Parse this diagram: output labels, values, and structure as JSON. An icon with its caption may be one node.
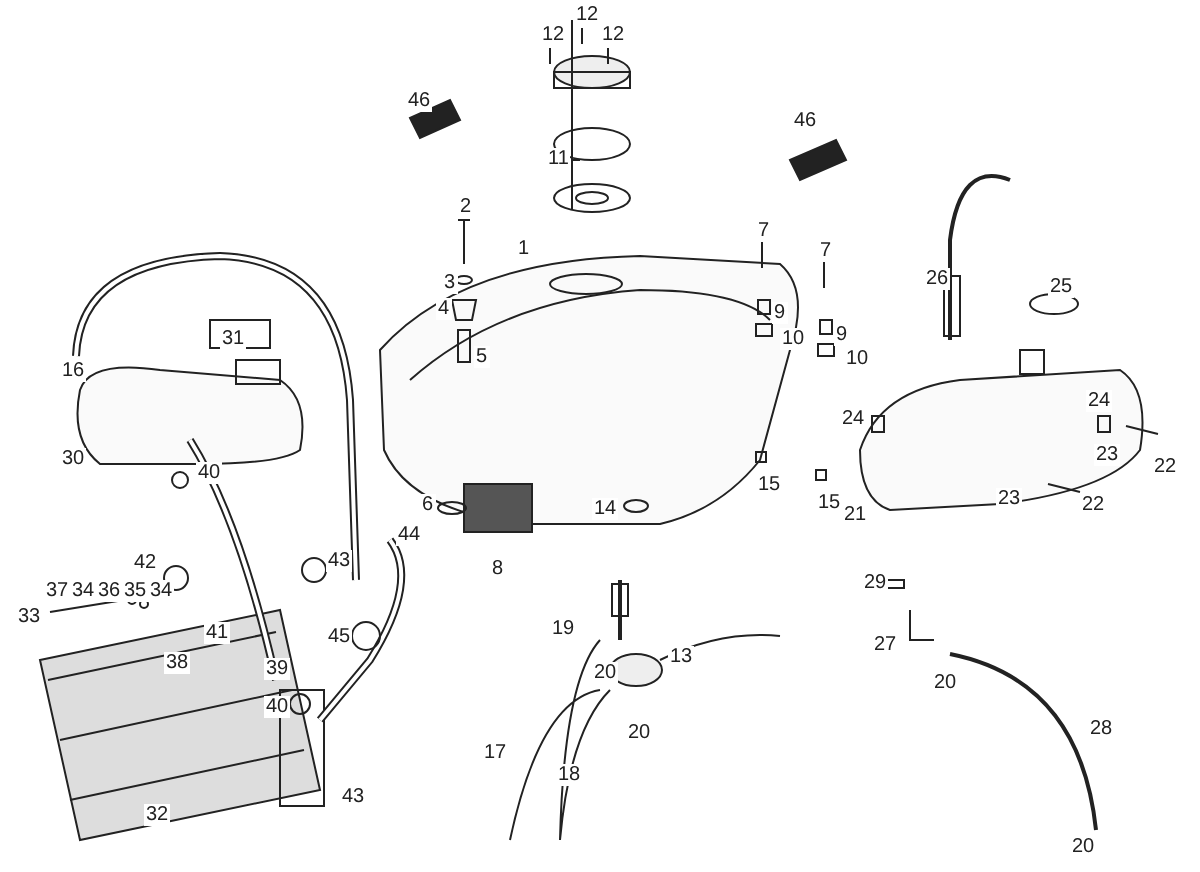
{
  "diagram": {
    "labels": [
      "12",
      "12",
      "12",
      "46",
      "46",
      "11",
      "2",
      "7",
      "1",
      "7",
      "26",
      "3",
      "25",
      "4",
      "9",
      "9",
      "10",
      "31",
      "5",
      "10",
      "16",
      "24",
      "24",
      "23",
      "30",
      "22",
      "15",
      "40",
      "15",
      "23",
      "22",
      "6",
      "14",
      "21",
      "44",
      "43",
      "8",
      "42",
      "29",
      "37",
      "34",
      "36",
      "35",
      "34",
      "33",
      "19",
      "41",
      "45",
      "27",
      "13",
      "38",
      "39",
      "20",
      "20",
      "40",
      "28",
      "20",
      "17",
      "18",
      "43",
      "32",
      "20"
    ]
  }
}
